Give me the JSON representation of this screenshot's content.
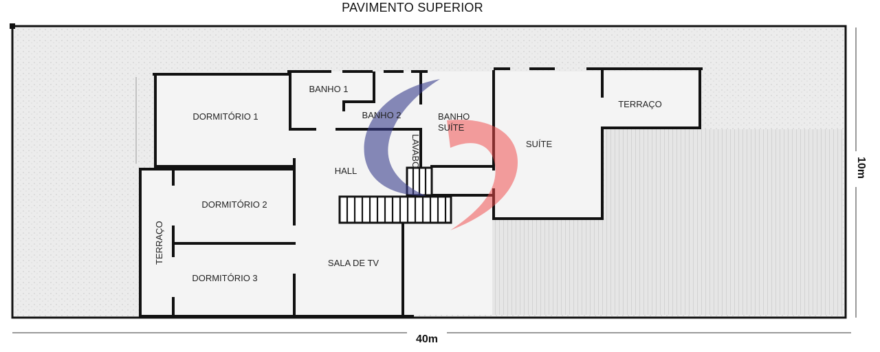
{
  "title": "PAVIMENTO SUPERIOR",
  "rooms": {
    "dormitorio1": "DORMITÓRIO 1",
    "banho1": "BANHO 1",
    "banho2": "BANHO 2",
    "banho_suite_line1": "BANHO",
    "banho_suite_line2": "SUÍTE",
    "terraco_right": "TERRAÇO",
    "suite": "SUÍTE",
    "lavabo": "LAVABO",
    "hall": "HALL",
    "dormitorio2": "DORMITÓRIO 2",
    "dormitorio3": "DORMITÓRIO 3",
    "terraco_left": "TERRAÇO",
    "sala_tv": "SALA DE TV"
  },
  "dimensions": {
    "width": "40m",
    "depth": "10m"
  },
  "colors": {
    "wall": "#111111",
    "paper": "#e9e9e9",
    "logo_blue": "#3a3d8c",
    "logo_red": "#ef4a4a"
  }
}
